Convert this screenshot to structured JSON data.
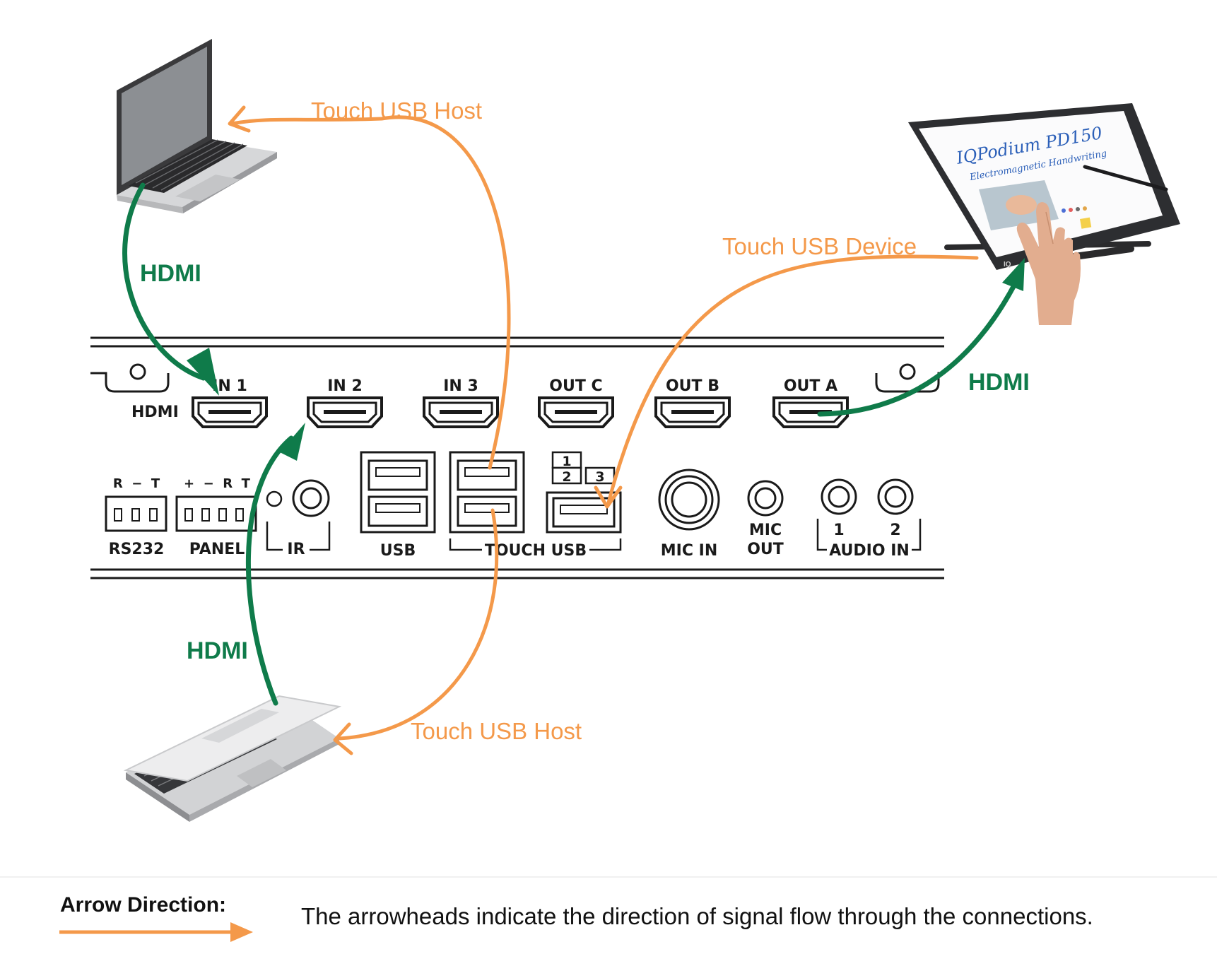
{
  "panel": {
    "hdmi_row_label": "HDMI",
    "ports": {
      "in1": "IN 1",
      "in2": "IN 2",
      "in3": "IN 3",
      "outc": "OUT C",
      "outb": "OUT B",
      "outa": "OUT A"
    },
    "rs232": {
      "pins": "R  −  T",
      "label": "RS232"
    },
    "panel_conn": {
      "pins": "+  −  R  T",
      "label": "PANEL"
    },
    "ir_label": "IR",
    "usb_label": "USB",
    "touch_usb_label": "TOUCH USB",
    "touch_usb_numbers": [
      "1",
      "2",
      "3"
    ],
    "mic_in_label": "MIC IN",
    "mic_out_label": [
      "MIC",
      "OUT"
    ],
    "audio_in": {
      "label": "AUDIO IN",
      "numbers": [
        "1",
        "2"
      ]
    }
  },
  "connections": {
    "top_hdmi": "HDMI",
    "top_usb_host": "Touch USB Host",
    "bottom_hdmi": "HDMI",
    "bottom_usb_host": "Touch USB Host",
    "right_hdmi": "HDMI",
    "device_usb": "Touch USB Device"
  },
  "display_device": {
    "screen_title": "IQPodium PD150",
    "screen_subtitle": "Electromagnetic Handwriting",
    "bezel_logo": "IQ"
  },
  "colors": {
    "hdmi_arrow": "#0f7b4a",
    "usb_arrow": "#f4994a",
    "panel_line": "#1a1a1a"
  },
  "legend": {
    "title": "Arrow Direction:",
    "text": "The  arrowheads indicate the direction of signal flow through the connections."
  }
}
